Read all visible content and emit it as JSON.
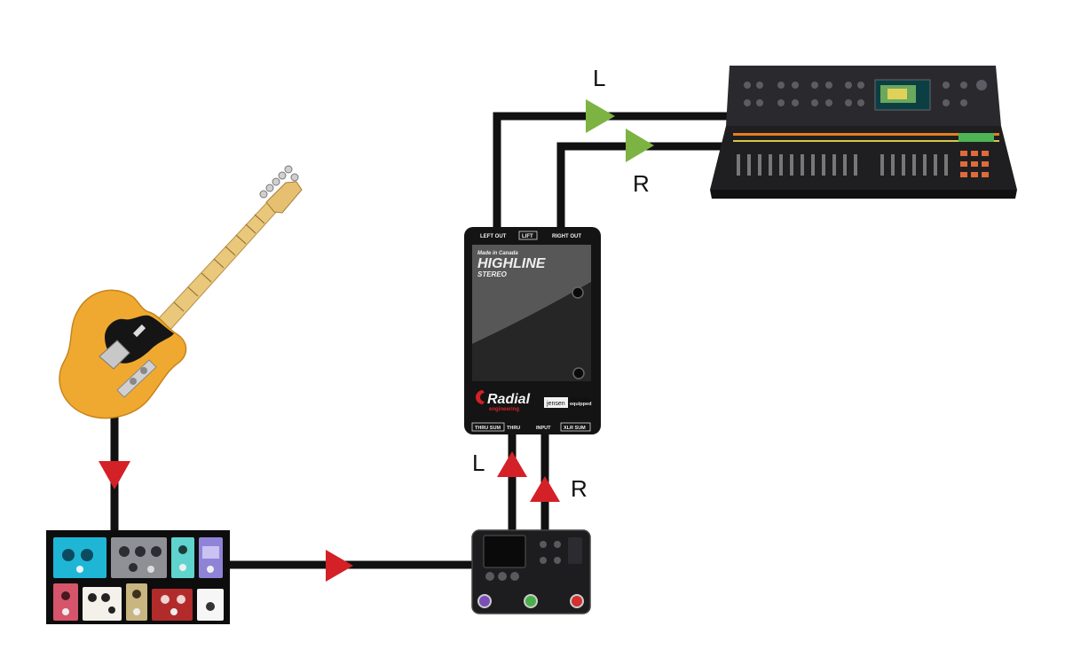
{
  "labels": {
    "mixer_left": "L",
    "mixer_right": "R",
    "di_left": "L",
    "di_right": "R"
  },
  "di_box": {
    "brand": "Radial",
    "brand_sub": "engineering",
    "model": "HIGHLINE",
    "model_sub": "STEREO",
    "made_in": "Made in Canada",
    "left_out": "LEFT OUT",
    "lift": "LIFT",
    "right_out": "RIGHT OUT",
    "thru_sum": "THRU SUM",
    "thru": "THRU",
    "input": "INPUT",
    "xlr_sum": "XLR SUM",
    "jensen": "jensen",
    "equipped": "equipped"
  },
  "colors": {
    "cable": "#111111",
    "arrow_in": "#d42027",
    "arrow_out": "#7cb342",
    "guitar_body": "#f0a930",
    "pickguard": "#151515"
  }
}
